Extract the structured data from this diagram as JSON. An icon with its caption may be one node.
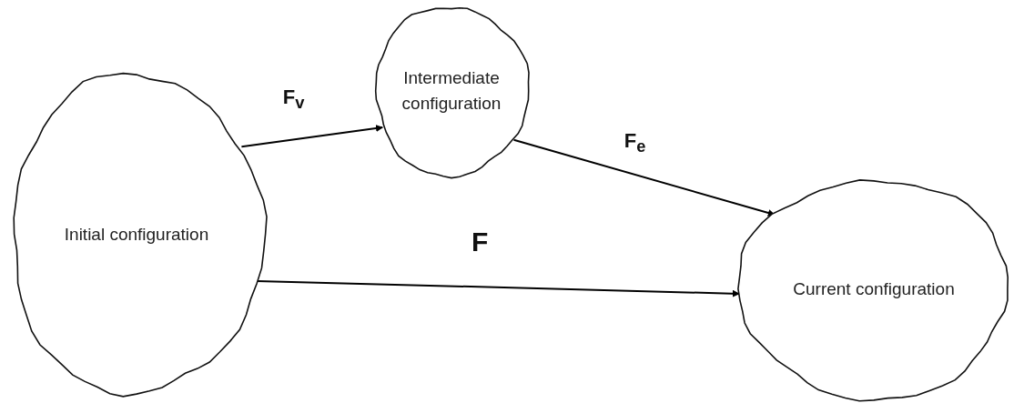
{
  "diagram": {
    "nodes": [
      {
        "text": [
          "Initial configuration"
        ]
      },
      {
        "text": [
          "Intermediate configuration"
        ]
      },
      {
        "text": [
          "Current configuration"
        ]
      }
    ],
    "edges": [
      {
        "from": 0,
        "to": 1,
        "arrow": "to",
        "label": "F$_{v}$"
      },
      {
        "from": 1,
        "to": 2,
        "arrow": "to",
        "label": "F$_{e}$"
      },
      {
        "from": 0,
        "to": 2,
        "arrow": "to",
        "label": "F"
      }
    ]
  }
}
